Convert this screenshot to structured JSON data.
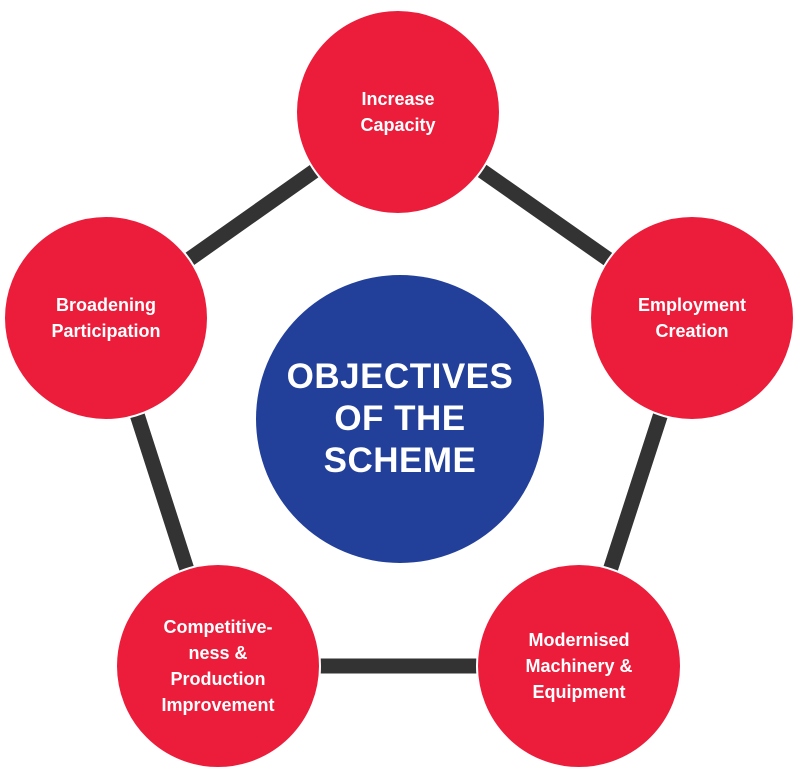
{
  "center": {
    "label": "OBJECTIVES\nOF THE\nSCHEME"
  },
  "objectives": [
    {
      "label": "Increase\nCapacity"
    },
    {
      "label": "Employment\nCreation"
    },
    {
      "label": "Modernised\nMachinery &\nEquipment"
    },
    {
      "label": "Competitive-\nness &\nProduction\nImprovement"
    },
    {
      "label": "Broadening\nParticipation"
    }
  ],
  "colors": {
    "outer_circle": "#EC1C3B",
    "center_circle": "#22409A",
    "ring": "#333333",
    "text": "#FFFFFF"
  }
}
